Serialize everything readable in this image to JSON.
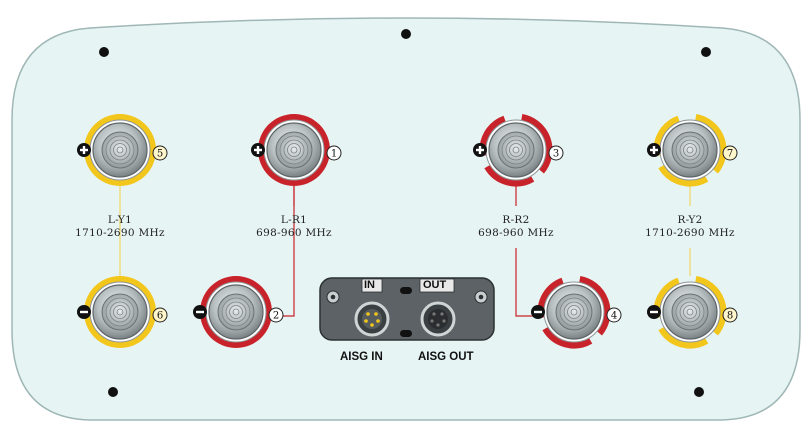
{
  "colors": {
    "panel_fill": "#e6f4f3",
    "panel_stroke": "#9fb7b6",
    "yellow_band": "#f2c61a",
    "red_band": "#c8232a",
    "line_yellow": "#f2d66a",
    "line_red": "#c8232a",
    "plate": "#5c6265",
    "screw": "#111111"
  },
  "ports": [
    {
      "id": "port-5",
      "number": "5",
      "polarity": "+",
      "sign_icon": "plus-icon",
      "band": "yellow",
      "ring": "full"
    },
    {
      "id": "port-1",
      "number": "1",
      "polarity": "+",
      "sign_icon": "plus-icon",
      "band": "red",
      "ring": "full"
    },
    {
      "id": "port-3",
      "number": "3",
      "polarity": "+",
      "sign_icon": "plus-icon",
      "band": "red",
      "ring": "split"
    },
    {
      "id": "port-7",
      "number": "7",
      "polarity": "+",
      "sign_icon": "plus-icon",
      "band": "yellow",
      "ring": "split"
    },
    {
      "id": "port-6",
      "number": "6",
      "polarity": "-",
      "sign_icon": "minus-icon",
      "band": "yellow",
      "ring": "full"
    },
    {
      "id": "port-2",
      "number": "2",
      "polarity": "-",
      "sign_icon": "minus-icon",
      "band": "red",
      "ring": "full"
    },
    {
      "id": "port-4",
      "number": "4",
      "polarity": "-",
      "sign_icon": "minus-icon",
      "band": "red",
      "ring": "split"
    },
    {
      "id": "port-8",
      "number": "8",
      "polarity": "-",
      "sign_icon": "minus-icon",
      "band": "yellow",
      "ring": "split"
    }
  ],
  "bands": {
    "l_y1": {
      "name": "L-Y1",
      "freq": "1710-2690 MHz"
    },
    "l_r1": {
      "name": "L-R1",
      "freq": "698-960 MHz"
    },
    "r_r2": {
      "name": "R-R2",
      "freq": "698-960 MHz"
    },
    "r_y2": {
      "name": "R-Y2",
      "freq": "1710-2690 MHz"
    }
  },
  "aisg": {
    "in_plate": "IN",
    "out_plate": "OUT",
    "in_label": "AISG IN",
    "out_label": "AISG OUT"
  }
}
